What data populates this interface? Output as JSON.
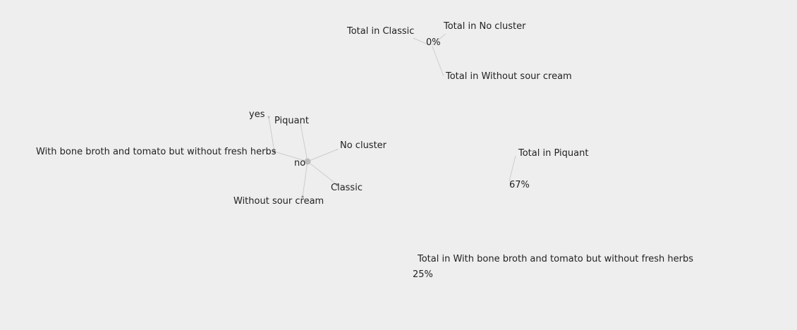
{
  "colors": {
    "background": "#eeeeee",
    "edge": "#cccccc",
    "hub": "#bbbbbb",
    "dot": "#888888",
    "text": "#222222"
  },
  "main_graph": {
    "hub_label": "no",
    "yes_label": "yes",
    "clusters": {
      "piquant": "Piquant",
      "no_cluster": "No cluster",
      "bone_broth": "With bone broth and tomato but without fresh herbs",
      "classic": "Classic",
      "without_sour_cream": "Without sour cream"
    }
  },
  "totals": {
    "classic_label": "Total in Classic",
    "no_cluster_label": "Total in No cluster",
    "without_sour_cream_label": "Total in Without sour cream",
    "top_value": "0%",
    "piquant_label": "Total in Piquant",
    "piquant_value": "67%",
    "bone_broth_label": "Total in With bone broth and tomato but without fresh herbs",
    "bone_broth_value": "25%"
  }
}
